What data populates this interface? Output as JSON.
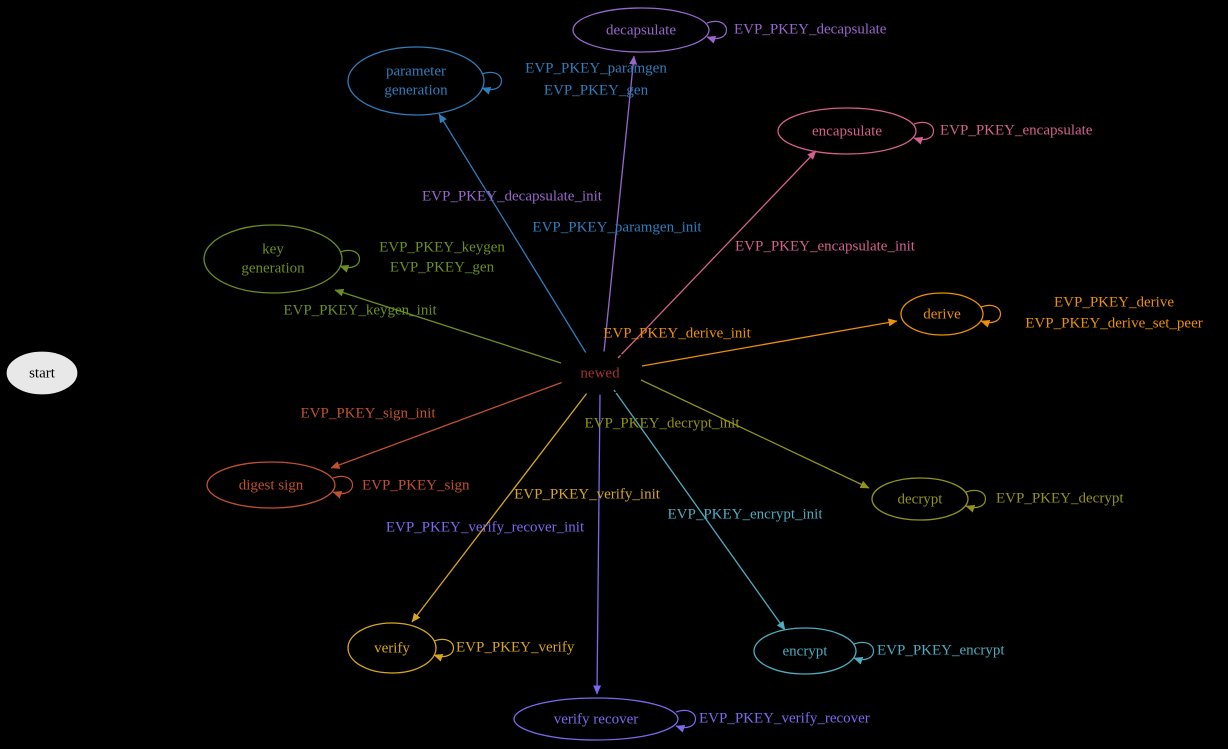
{
  "diagram": {
    "background": "#000000",
    "nodes": {
      "start": {
        "label": "start",
        "color": "#000000",
        "fill_color": "#e8e8e8",
        "text_color": "#000000"
      },
      "newed": {
        "label": "newed",
        "color": "#000000",
        "text_color": "#a03434"
      },
      "parameter_generation": {
        "label_line1": "parameter",
        "label_line2": "generation",
        "color": "#2e7ebc",
        "text_color": "#2e7ebc"
      },
      "decapsulate": {
        "label": "decapsulate",
        "color": "#9966cc",
        "text_color": "#9966cc"
      },
      "encapsulate": {
        "label": "encapsulate",
        "color": "#d4618c",
        "text_color": "#d4618c"
      },
      "key_generation": {
        "label_line1": "key",
        "label_line2": "generation",
        "color": "#6b8e23",
        "text_color": "#6b8e23"
      },
      "derive": {
        "label": "derive",
        "color": "#ec9006",
        "text_color": "#ec9006"
      },
      "digest_sign": {
        "label": "digest sign",
        "color": "#c0512f",
        "text_color": "#c0512f"
      },
      "decrypt": {
        "label": "decrypt",
        "color": "#92921a",
        "text_color": "#92921a"
      },
      "verify": {
        "label": "verify",
        "color": "#d7a61f",
        "text_color": "#d7a61f"
      },
      "encrypt": {
        "label": "encrypt",
        "color": "#4fabbf",
        "text_color": "#4fabbf"
      },
      "verify_recover": {
        "label": "verify recover",
        "color": "#7b68ee",
        "text_color": "#7b68ee"
      }
    },
    "edges": {
      "paramgen_init": {
        "label": "EVP_PKEY_paramgen_init",
        "from": "newed",
        "to": "parameter_generation"
      },
      "decapsulate_init": {
        "label": "EVP_PKEY_decapsulate_init",
        "from": "newed",
        "to": "decapsulate"
      },
      "encapsulate_init": {
        "label": "EVP_PKEY_encapsulate_init",
        "from": "newed",
        "to": "encapsulate"
      },
      "keygen_init": {
        "label": "EVP_PKEY_keygen_init",
        "from": "newed",
        "to": "key_generation"
      },
      "derive_init": {
        "label": "EVP_PKEY_derive_init",
        "from": "newed",
        "to": "derive"
      },
      "sign_init": {
        "label": "EVP_PKEY_sign_init",
        "from": "newed",
        "to": "digest_sign"
      },
      "decrypt_init": {
        "label": "EVP_PKEY_decrypt_init",
        "from": "newed",
        "to": "decrypt"
      },
      "verify_init": {
        "label": "EVP_PKEY_verify_init",
        "from": "newed",
        "to": "verify"
      },
      "verify_recover_init": {
        "label": "EVP_PKEY_verify_recover_init",
        "from": "newed",
        "to": "verify_recover"
      },
      "encrypt_init": {
        "label": "EVP_PKEY_encrypt_init",
        "from": "newed",
        "to": "encrypt"
      }
    },
    "self_loops": {
      "parameter_generation": {
        "line1": "EVP_PKEY_paramgen",
        "line2": "EVP_PKEY_gen"
      },
      "decapsulate": {
        "line1": "EVP_PKEY_decapsulate"
      },
      "encapsulate": {
        "line1": "EVP_PKEY_encapsulate"
      },
      "key_generation": {
        "line1": "EVP_PKEY_keygen",
        "line2": "EVP_PKEY_gen"
      },
      "derive": {
        "line1": "EVP_PKEY_derive",
        "line2": "EVP_PKEY_derive_set_peer"
      },
      "digest_sign": {
        "line1": "EVP_PKEY_sign"
      },
      "decrypt": {
        "line1": "EVP_PKEY_decrypt"
      },
      "verify": {
        "line1": "EVP_PKEY_verify"
      },
      "encrypt": {
        "line1": "EVP_PKEY_encrypt"
      },
      "verify_recover": {
        "line1": "EVP_PKEY_verify_recover"
      }
    }
  }
}
